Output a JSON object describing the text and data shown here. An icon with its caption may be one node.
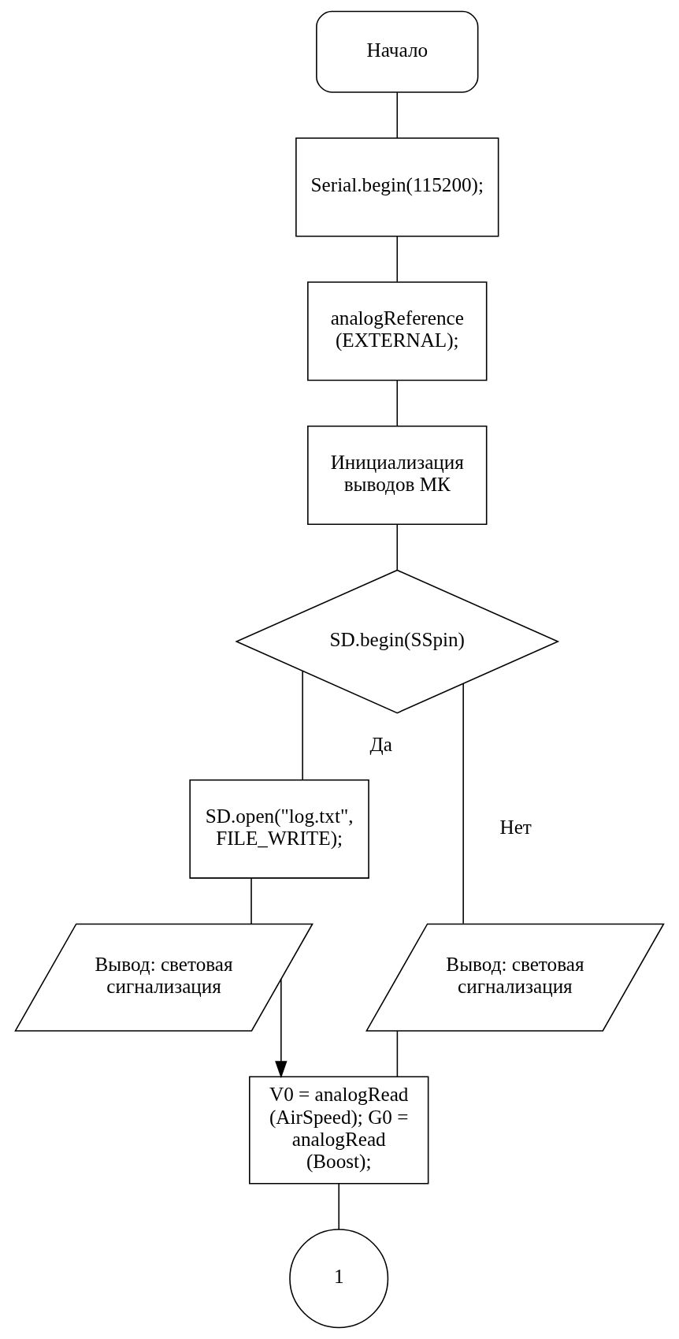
{
  "diagram": {
    "nodes": [
      {
        "text": [
          "Начало"
        ]
      },
      {
        "text": [
          "Serial.begin(115200);"
        ]
      },
      {
        "text": [
          "analogReference (EXTERNAL);"
        ]
      },
      {
        "text": [
          "Инициализация выводов МК"
        ]
      },
      {
        "text": [
          "SD.begin(SSpin)"
        ]
      },
      {
        "text": [
          "SD.open(\"log.txt\", FILE_WRITE);"
        ]
      },
      {
        "text": [
          "Вывод: световая сигнализация"
        ]
      },
      {
        "text": [
          "Вывод: световая сигнализация"
        ]
      },
      {
        "text": [
          "V0 = analogRead (AirSpeed); G0 = analogRead (Boost);"
        ]
      },
      {
        "text": [
          "1"
        ]
      }
    ],
    "edges": [
      {
        "from": 0,
        "to": 1,
        "arrow": "none"
      },
      {
        "from": 1,
        "to": 2,
        "arrow": "none"
      },
      {
        "from": 2,
        "to": 3,
        "arrow": "none"
      },
      {
        "from": 3,
        "to": 4,
        "arrow": "none"
      },
      {
        "from": 4,
        "to": 5,
        "label": "Да",
        "arrow": "none"
      },
      {
        "from": 4,
        "to": 6,
        "label": "Нет",
        "arrow": "none"
      },
      {
        "from": 5,
        "to": 7,
        "arrow": "none"
      },
      {
        "from": 6,
        "to": 8,
        "arrow": "none"
      },
      {
        "from": 7,
        "to": 8,
        "arrow": "to"
      },
      {
        "from": 8,
        "to": 9,
        "arrow": "none"
      }
    ]
  }
}
